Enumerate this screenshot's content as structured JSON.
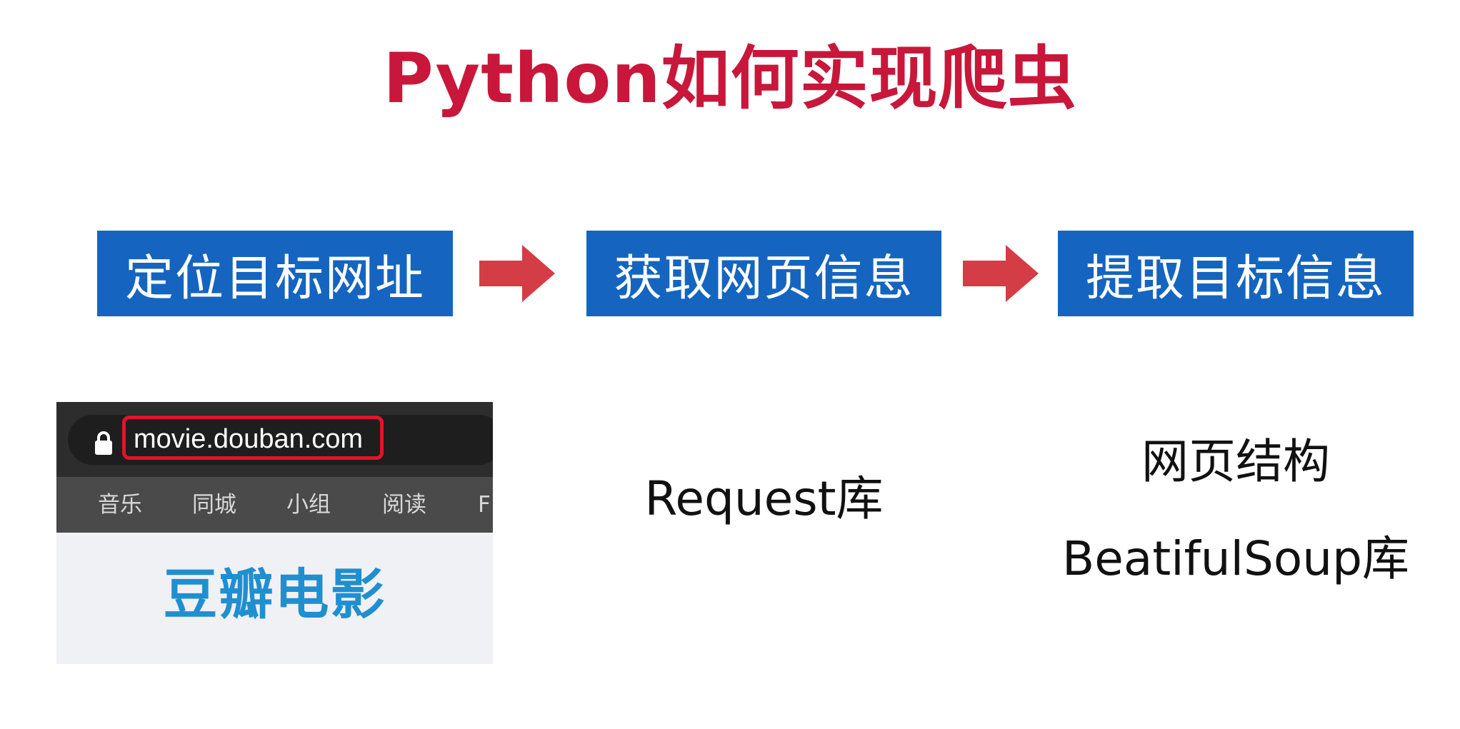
{
  "title": "Python如何实现爬虫",
  "steps": [
    {
      "label": "定位目标网址"
    },
    {
      "label": "获取网页信息"
    },
    {
      "label": "提取目标信息"
    }
  ],
  "browser": {
    "url": "movie.douban.com",
    "nav_tabs": [
      "音乐",
      "同城",
      "小组",
      "阅读",
      "F"
    ],
    "brand": "豆瓣电影"
  },
  "step2_detail": "Request库",
  "step3_detail": {
    "line1": "网页结构",
    "line2": "BeatifulSoup库"
  },
  "colors": {
    "title": "#c8173a",
    "step_box": "#1565c0",
    "arrow": "#d43d45",
    "url_highlight": "#e0152a",
    "brand": "#1f8fd0"
  },
  "icons": [
    "lock-icon",
    "right-arrow-icon"
  ]
}
